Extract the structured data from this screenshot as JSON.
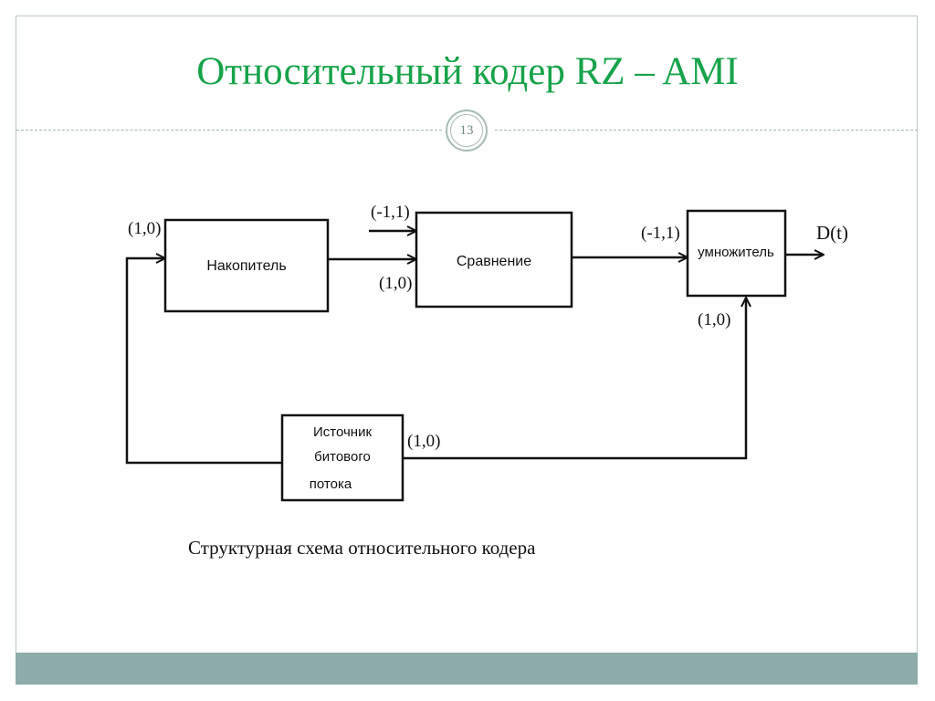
{
  "slide": {
    "title": "Относительный кодер RZ – AMI",
    "page_number": "13",
    "caption": "Структурная схема относительного кодера"
  },
  "diagram": {
    "blocks": {
      "accumulator": "Накопитель",
      "comparison": "Сравнение",
      "multiplier": "умножитель",
      "source_line1": "Источник",
      "source_line2": "битового",
      "source_line3": "потока"
    },
    "labels": {
      "accumulator_input": "(1,0)",
      "comparison_input_top": "(-1,1)",
      "comparison_input_bottom": "(1,0)",
      "multiplier_input": "(-1,1)",
      "multiplier_feedback": "(1,0)",
      "source_output": "(1,0)",
      "output": "D(t)"
    }
  },
  "colors": {
    "title": "#17a34a",
    "bottom_bar": "#8eacaa",
    "frame": "#b9c9c6"
  }
}
